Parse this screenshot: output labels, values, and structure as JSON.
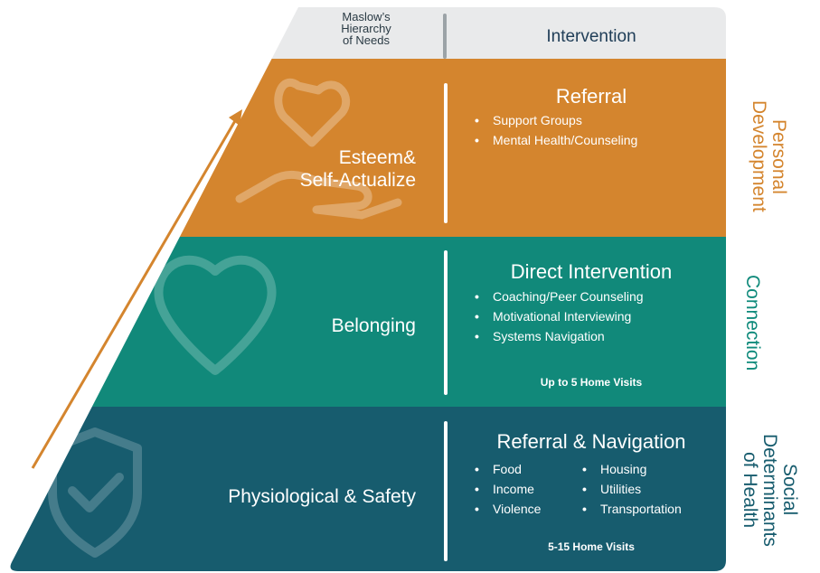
{
  "colors": {
    "header_bg": "#e9eaeb",
    "esteem_band": "#d4852e",
    "belonging_band": "#11897a",
    "physiological_band": "#175c6e",
    "arrow": "#d4852e",
    "divider": "#ffffff"
  },
  "header": {
    "left": "Maslow’s\nHierarchy\nof Needs",
    "right": "Intervention"
  },
  "levels": [
    {
      "need": "Esteem&\nSelf-Actualize",
      "icon": "heart-in-hand-icon",
      "intervention_title": "Referral",
      "bullets": [
        "Support Groups",
        "Mental Health/Counseling"
      ],
      "category": "Personal\nDevelopment"
    },
    {
      "need": "Belonging",
      "icon": "heart-icon",
      "intervention_title": "Direct Intervention",
      "bullets": [
        "Coaching/Peer Counseling",
        "Motivational Interviewing",
        "Systems Navigation"
      ],
      "visits": "Up to 5 Home Visits",
      "category": "Connection"
    },
    {
      "need": "Physiological & Safety",
      "icon": "shield-check-icon",
      "intervention_title": "Referral & Navigation",
      "bullets_left": [
        "Food",
        "Income",
        "Violence"
      ],
      "bullets_right": [
        "Housing",
        "Utilities",
        "Transportation"
      ],
      "visits": "5-15 Home Visits",
      "category": "Social\nDeterminants\nof Health"
    }
  ]
}
